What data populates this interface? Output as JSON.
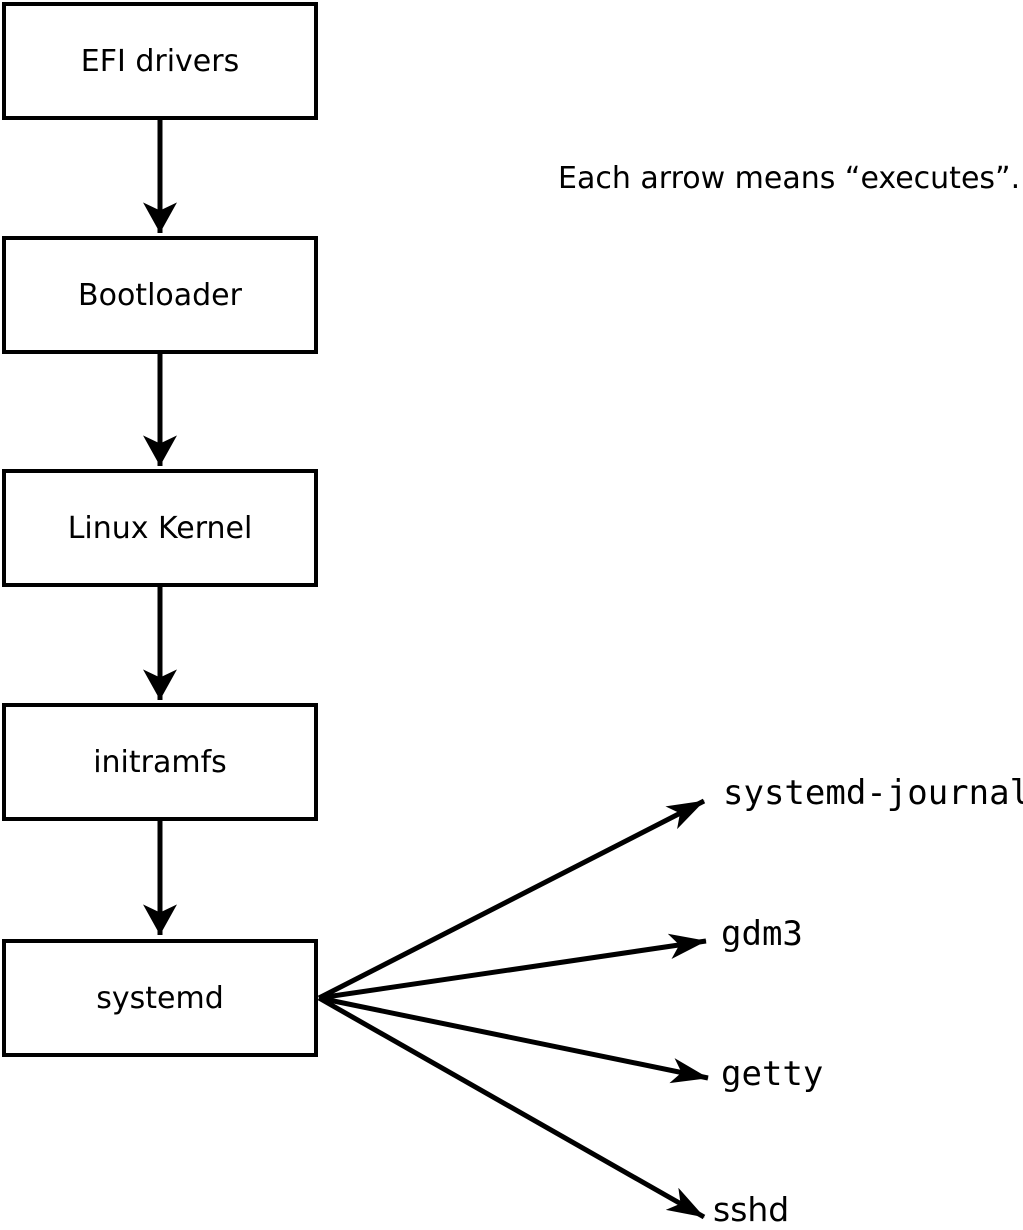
{
  "diagram": {
    "caption": "Each arrow means “executes”.",
    "arrow_meaning": "executes",
    "boxes": [
      {
        "label": "EFI drivers"
      },
      {
        "label": "Bootloader"
      },
      {
        "label": "Linux Kernel"
      },
      {
        "label": "initramfs"
      },
      {
        "label": "systemd"
      }
    ],
    "targets": [
      {
        "label": "systemd-journal"
      },
      {
        "label": "gdm3"
      },
      {
        "label": "getty"
      },
      {
        "label": "sshd"
      }
    ],
    "colors": {
      "line": "#000000",
      "box_fill": "#ffffff",
      "text": "#000000",
      "background": "#ffffff"
    }
  }
}
